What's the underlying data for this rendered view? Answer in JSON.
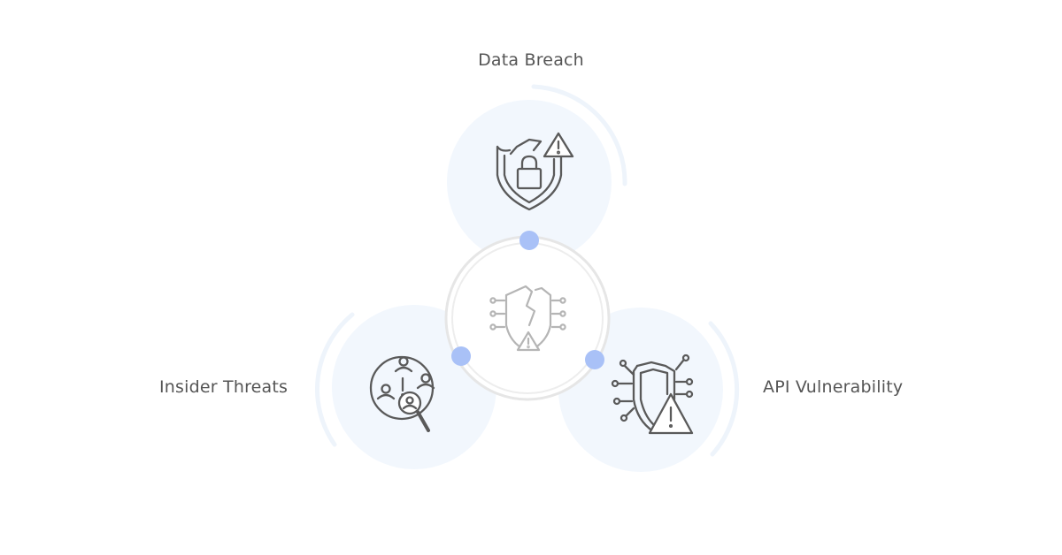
{
  "diagram": {
    "nodes": {
      "top": {
        "label": "Data Breach",
        "icon": "broken-shield-lock-warning-icon"
      },
      "left": {
        "label": "Insider Threats",
        "icon": "people-magnifier-warning-icon"
      },
      "right": {
        "label": "API Vulnerability",
        "icon": "circuit-shield-warning-icon"
      }
    },
    "center": {
      "icon": "cracked-shield-circuit-icon"
    },
    "colors": {
      "node_fill": "#f2f7fd",
      "arc": "#eef4fb",
      "ring": "#e6e6e6",
      "connector_dot": "#a9c1f7",
      "icon_stroke": "#5a5a5a",
      "center_icon_stroke": "#b5b5b5",
      "label_text": "#555555"
    }
  }
}
